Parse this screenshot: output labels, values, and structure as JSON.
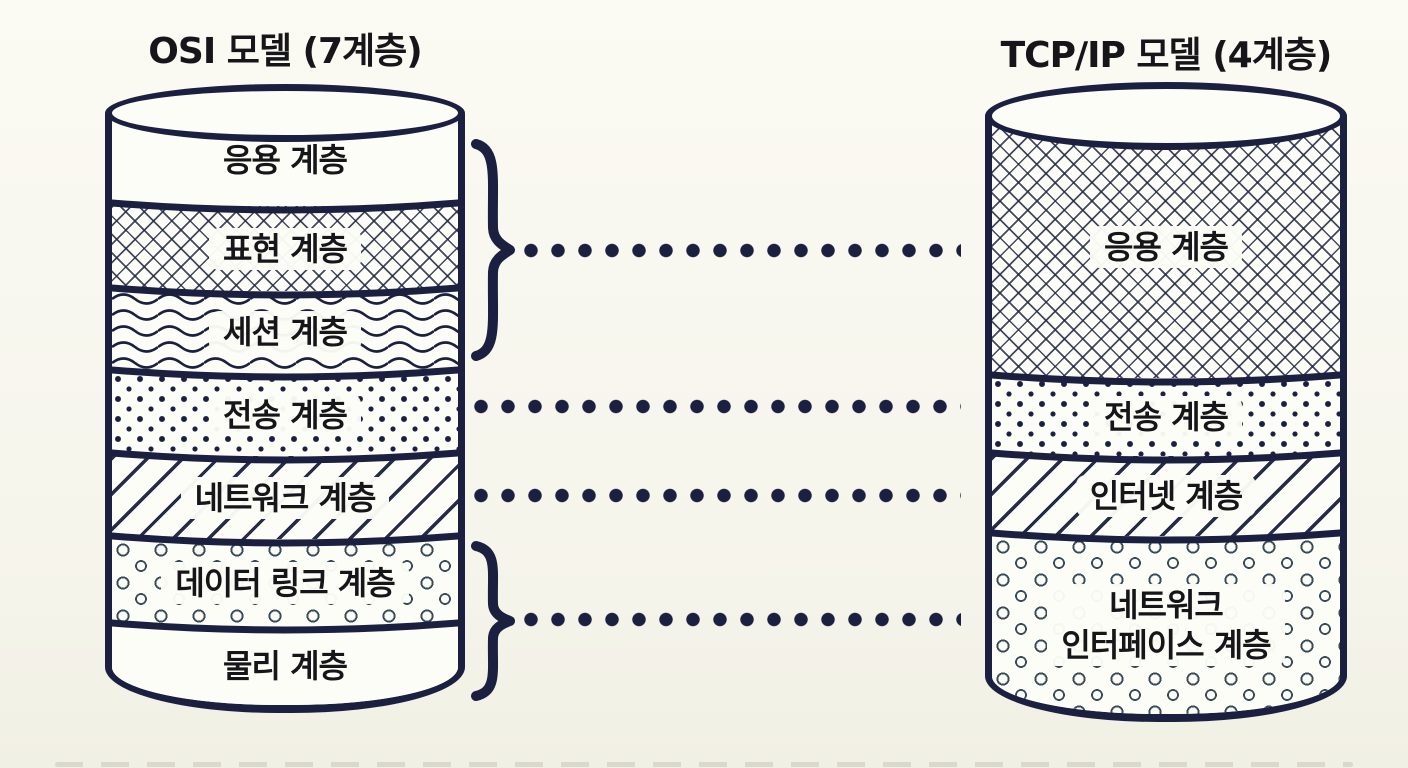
{
  "colors": {
    "bg": "#f6f5ec",
    "paper": "#fdfdf7",
    "ink": "#1b2040",
    "text": "#16161a"
  },
  "osi": {
    "title": "OSI 모델 (7계층)",
    "layer_count": 7,
    "layers": [
      {
        "label": "응용 계층",
        "pattern": "plain"
      },
      {
        "label": "표현 계층",
        "pattern": "crosshatch"
      },
      {
        "label": "세션 계층",
        "pattern": "waves"
      },
      {
        "label": "전송 계층",
        "pattern": "dots"
      },
      {
        "label": "네트워크 계층",
        "pattern": "diagonal"
      },
      {
        "label": "데이터 링크 계층",
        "pattern": "circles"
      },
      {
        "label": "물리 계층",
        "pattern": "plain"
      }
    ]
  },
  "tcpip": {
    "title": "TCP/IP 모델 (4계층)",
    "layer_count": 4,
    "layers": [
      {
        "label": "응용 계층",
        "pattern": "crosshatch"
      },
      {
        "label": "전송 계층",
        "pattern": "dots"
      },
      {
        "label": "인터넷 계층",
        "pattern": "diagonal"
      },
      {
        "label": "네트워크 인터페이스 계층",
        "pattern": "circles",
        "label_lines": [
          "네트워크",
          "인터페이스 계층"
        ]
      }
    ]
  },
  "connections": [
    {
      "osi_layers": [
        "응용 계층",
        "표현 계층",
        "세션 계층"
      ],
      "tcpip_layer": "응용 계층",
      "style": "brace + dotted line"
    },
    {
      "osi_layers": [
        "전송 계층"
      ],
      "tcpip_layer": "전송 계층",
      "style": "dotted line"
    },
    {
      "osi_layers": [
        "네트워크 계층"
      ],
      "tcpip_layer": "인터넷 계층",
      "style": "dotted line"
    },
    {
      "osi_layers": [
        "데이터 링크 계층",
        "물리 계층"
      ],
      "tcpip_layer": "네트워크 인터페이스 계층",
      "style": "brace + dotted line"
    }
  ]
}
